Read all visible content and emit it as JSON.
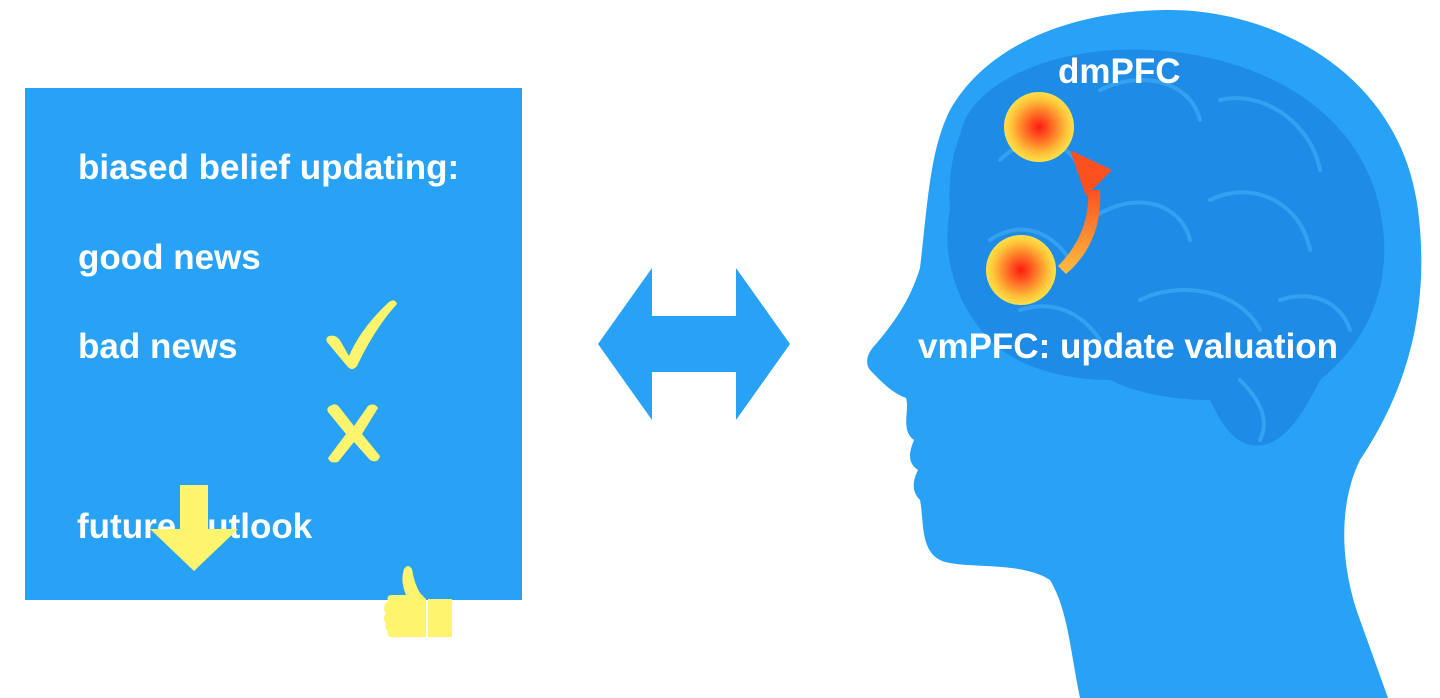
{
  "left_panel": {
    "heading": "biased belief updating:",
    "good_news": "good news",
    "bad_news": "bad news",
    "future_outlook": "future outlook"
  },
  "brain": {
    "dmpfc_label": "dmPFC",
    "vmpfc_label": "vmPFC: update valuation"
  },
  "colors": {
    "panel_blue": "#28a2f6",
    "head_blue": "#28a2f6",
    "brain_blue": "#1e8ce6",
    "highlight_yellow": "#fff46e",
    "hotspot_center": "#ff1a10",
    "hotspot_edge": "#ffd23a",
    "text": "#ffffff"
  },
  "icons": [
    "check-icon",
    "cross-icon",
    "down-arrow-icon",
    "thumbs-up-icon",
    "double-arrow-icon",
    "curved-arrow-icon"
  ]
}
